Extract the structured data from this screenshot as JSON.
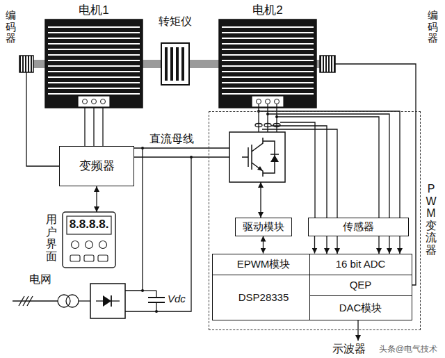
{
  "diagram": {
    "nodes": [
      {
        "text": [
          "编码器"
        ]
      },
      {
        "text": [
          "电机1"
        ]
      },
      {
        "text": [
          "转矩仪"
        ]
      },
      {
        "text": [
          "电机2"
        ]
      },
      {
        "text": [
          "编码器"
        ]
      },
      {
        "text": [
          "变频器"
        ]
      },
      {
        "text": [
          "用户界面",
          "8.8.8.8."
        ]
      },
      {
        "text": [
          "PWM变流器"
        ]
      },
      {
        "text": [
          "驱动模块"
        ],
        "in": 7
      },
      {
        "text": [
          "传感器"
        ],
        "in": 7
      },
      {
        "text": [
          "EPWM模块"
        ],
        "in": 7
      },
      {
        "text": [
          "16 bit ADC"
        ],
        "in": 7
      },
      {
        "text": [
          "DSP28335"
        ],
        "in": 7
      },
      {
        "text": [
          "QEP"
        ],
        "in": 7
      },
      {
        "text": [
          "DAC模块"
        ],
        "in": 7
      }
    ],
    "edges": [
      {
        "from": 1,
        "to": 5,
        "arrow": "none"
      },
      {
        "from": 0,
        "to": 5,
        "arrow": "none"
      },
      {
        "from": 4,
        "to": 13,
        "arrow": "none"
      },
      {
        "from": 5,
        "to": 6,
        "arrow": "both"
      },
      {
        "from": 8,
        "to": 10,
        "arrow": "both"
      },
      {
        "from": 9,
        "to": 11,
        "arrow": "to"
      }
    ],
    "labels": [
      "直流母线",
      "电网",
      "Vdc",
      "示波器",
      "头条@电气技术"
    ]
  }
}
